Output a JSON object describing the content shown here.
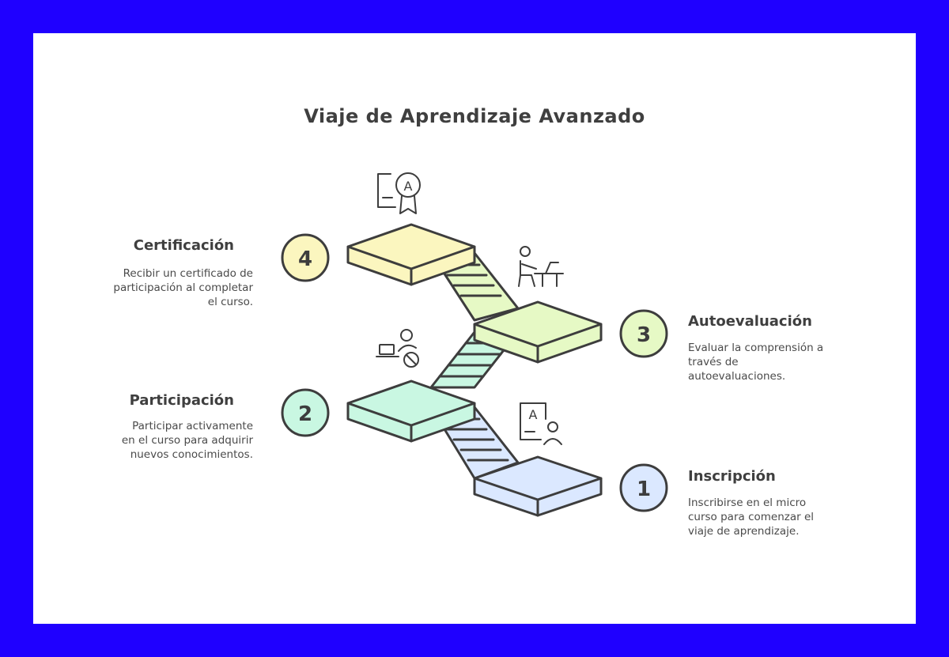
{
  "title": "Viaje de Aprendizaje Avanzado",
  "steps": [
    {
      "number": "1",
      "title": "Inscripción",
      "desc": "Inscribirse en el micro curso para comenzar el viaje de aprendizaje.",
      "color": "#dbe8ff"
    },
    {
      "number": "2",
      "title": "Participación",
      "desc": "Participar activamente en el curso para adquirir nuevos conocimientos.",
      "color": "#c9f7e2"
    },
    {
      "number": "3",
      "title": "Autoevaluación",
      "desc": "Evaluar la comprensión a través de autoevaluaciones.",
      "color": "#e6f9c5"
    },
    {
      "number": "4",
      "title": "Certificación",
      "desc": "Recibir un certificado de participación al completar el curso.",
      "color": "#fbf6bf"
    }
  ],
  "colors": {
    "frame": "#1f00ff",
    "stroke": "#3d3d3d"
  }
}
